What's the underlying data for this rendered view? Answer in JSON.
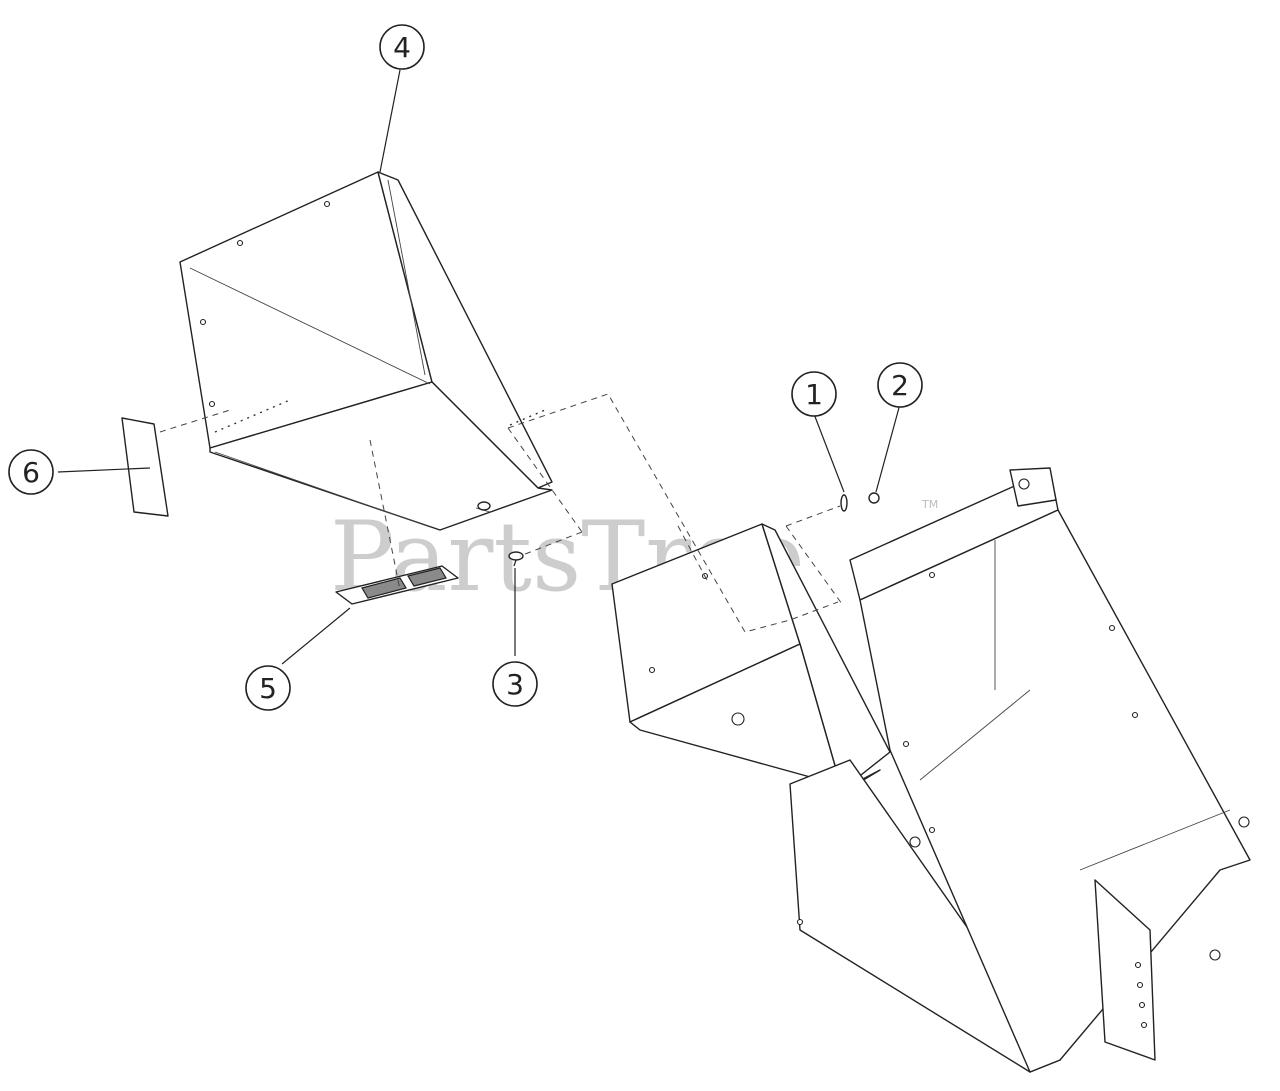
{
  "watermark": {
    "text": "PartsTree",
    "trademark": "TM"
  },
  "callouts": [
    {
      "id": "callout-1",
      "label": "1"
    },
    {
      "id": "callout-2",
      "label": "2"
    },
    {
      "id": "callout-3",
      "label": "3"
    },
    {
      "id": "callout-4",
      "label": "4"
    },
    {
      "id": "callout-5",
      "label": "5"
    },
    {
      "id": "callout-6",
      "label": "6"
    }
  ],
  "colors": {
    "line": "#222222",
    "watermark": "#bdbdbd",
    "decal": "#8a8a8a"
  }
}
